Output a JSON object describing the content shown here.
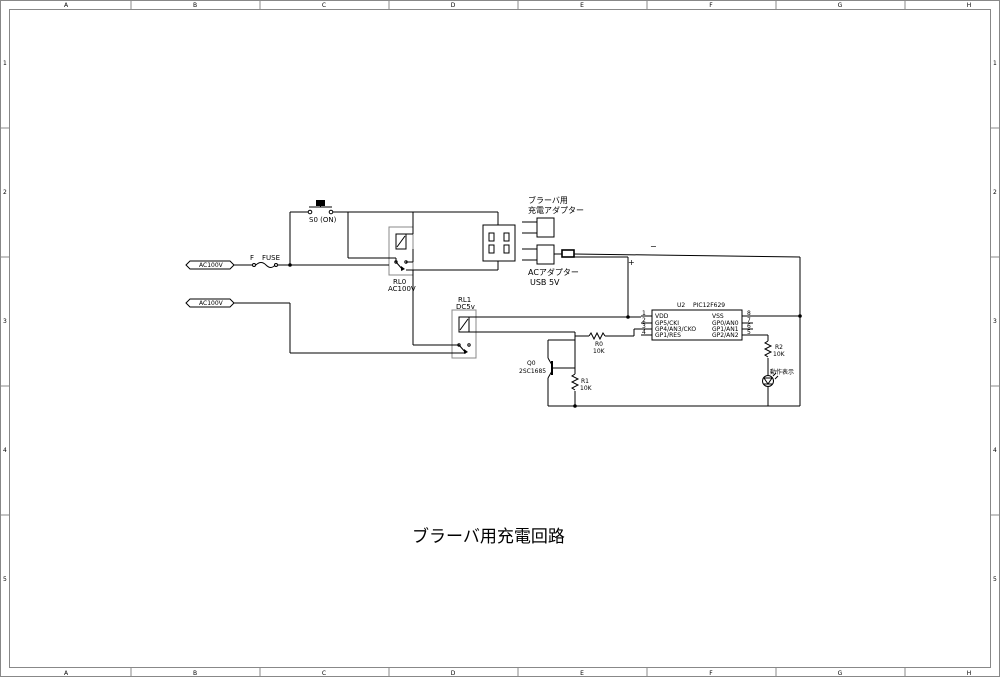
{
  "frame": {
    "columns": [
      "A",
      "B",
      "C",
      "D",
      "E",
      "F",
      "G",
      "H"
    ],
    "rows": [
      "1",
      "2",
      "3",
      "4",
      "5"
    ]
  },
  "title": "ブラーバ用充電回路",
  "labels": {
    "ac_in_1": "AC100V",
    "ac_in_2": "AC100V",
    "fuse_ref": "F",
    "fuse_name": "FUSE",
    "switch": "S0 (ON)",
    "rl0_ref": "RL0",
    "rl0_val": "AC100V",
    "rl1_ref": "RL1",
    "rl1_val": "DC5v",
    "adapter1_l1": "ブラーバ用",
    "adapter1_l2": "充電アダプター",
    "adapter2_l1": "ACアダプター",
    "adapter2_l2": "USB 5V",
    "minus": "−",
    "plus": "+",
    "u2_ref": "U2",
    "u2_part": "PIC12F629",
    "u2_pins_left": [
      "VDD",
      "GP5/CKI",
      "GP4/AN3/CKO",
      "GP1/RES"
    ],
    "u2_pins_right": [
      "VSS",
      "GP0/AN0",
      "GP1/AN1",
      "GP2/AN2"
    ],
    "u2_pin_nums_left": [
      "1",
      "2",
      "3",
      "4"
    ],
    "u2_pin_nums_right": [
      "8",
      "7",
      "6",
      "5"
    ],
    "r0_ref": "R0",
    "r0_val": "10K",
    "r1_ref": "R1",
    "r1_val": "10K",
    "r2_ref": "R2",
    "r2_val": "10K",
    "q0_ref": "Q0",
    "q0_val": "2SC1685",
    "led_label": "動作表示"
  }
}
